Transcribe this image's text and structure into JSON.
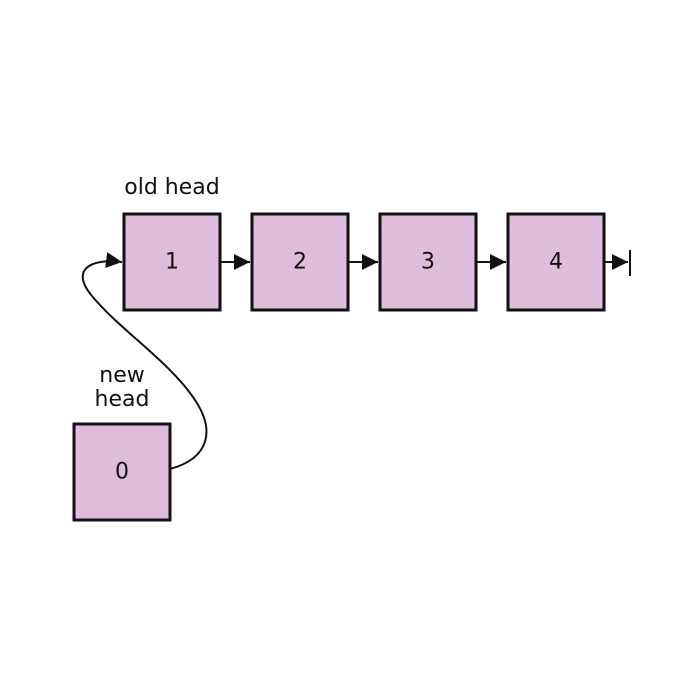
{
  "colors": {
    "node_fill": "#dfbcdb",
    "stroke": "#111111",
    "background": "#ffffff"
  },
  "labels": {
    "old_head": "old head",
    "new_head_line1": "new",
    "new_head_line2": "head"
  },
  "nodes": [
    {
      "id": "n1",
      "value": "1"
    },
    {
      "id": "n2",
      "value": "2"
    },
    {
      "id": "n3",
      "value": "3"
    },
    {
      "id": "n4",
      "value": "4"
    },
    {
      "id": "n0",
      "value": "0"
    }
  ],
  "edges": [
    {
      "from": "1",
      "to": "2"
    },
    {
      "from": "2",
      "to": "3"
    },
    {
      "from": "3",
      "to": "4"
    },
    {
      "from": "4",
      "to": "null"
    },
    {
      "from": "0",
      "to": "1"
    }
  ]
}
